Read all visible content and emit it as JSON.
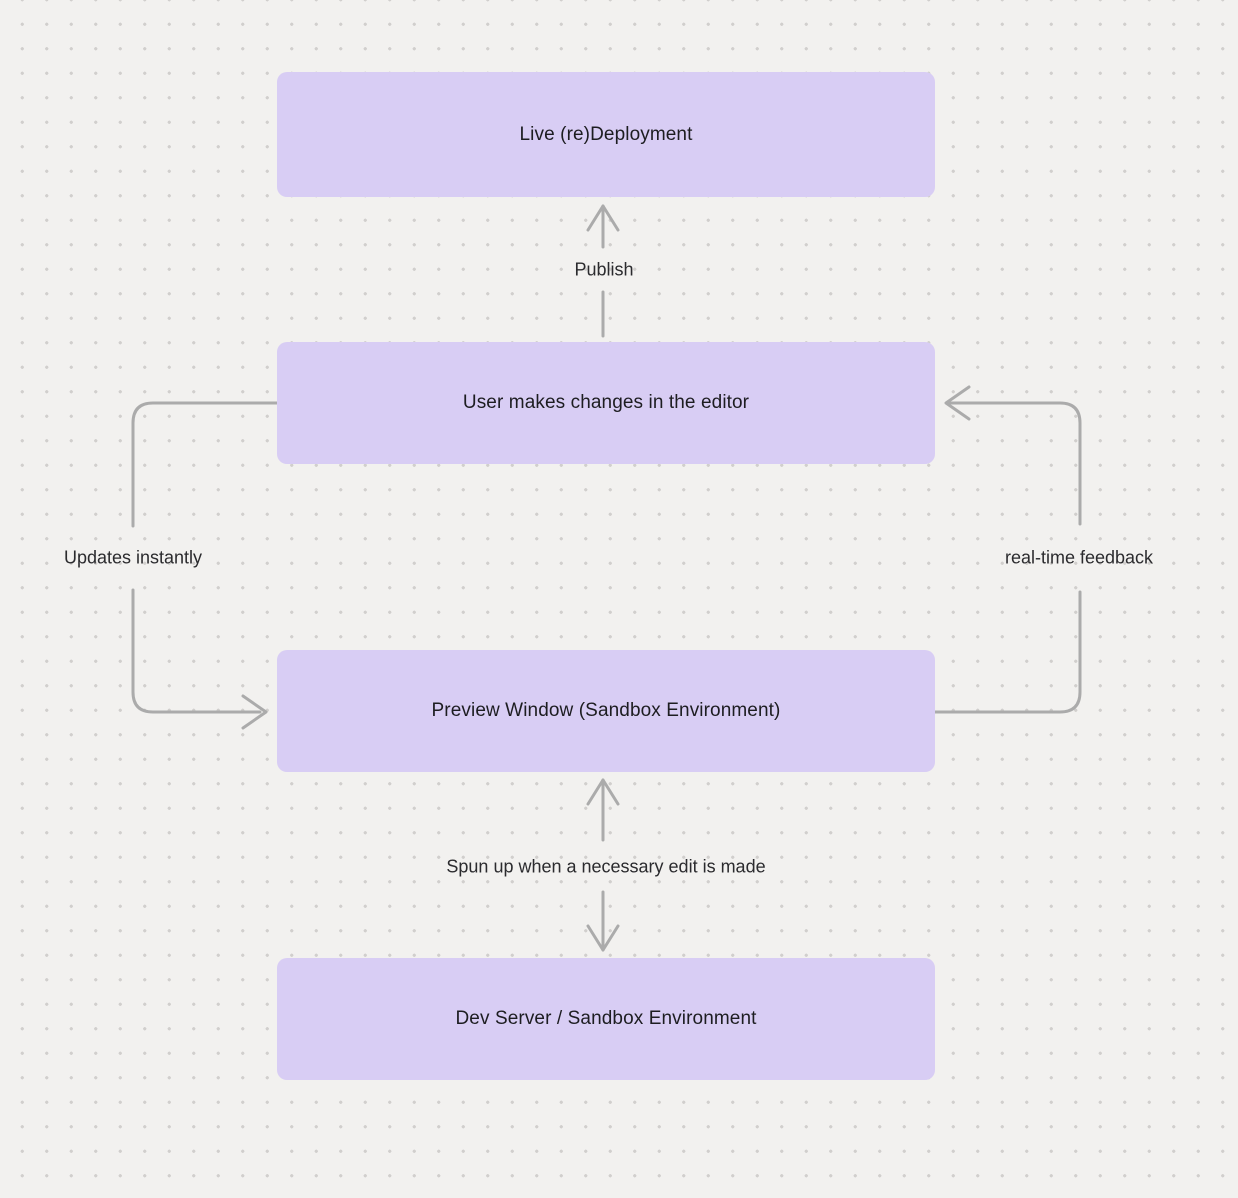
{
  "diagram": {
    "nodes": [
      {
        "id": "live-deployment",
        "label": "Live (re)Deployment"
      },
      {
        "id": "user-editor",
        "label": "User makes changes in the editor"
      },
      {
        "id": "preview-window",
        "label": "Preview Window (Sandbox Environment)"
      },
      {
        "id": "dev-server",
        "label": "Dev Server / Sandbox Environment"
      }
    ],
    "edges": [
      {
        "from": "user-editor",
        "to": "live-deployment",
        "label": "Publish",
        "direction": "up"
      },
      {
        "from": "user-editor",
        "to": "preview-window",
        "label": "Updates instantly",
        "direction": "left-loop-down"
      },
      {
        "from": "preview-window",
        "to": "user-editor",
        "label": "real-time feedback",
        "direction": "right-loop-up"
      },
      {
        "from": "preview-window",
        "to": "dev-server",
        "label": "Spun up when a necessary edit is made",
        "direction": "both"
      }
    ],
    "colors": {
      "node_fill": "#d8cdf4",
      "background": "#f2f1ef",
      "arrow": "#ababab",
      "text": "#1d1d21"
    }
  }
}
